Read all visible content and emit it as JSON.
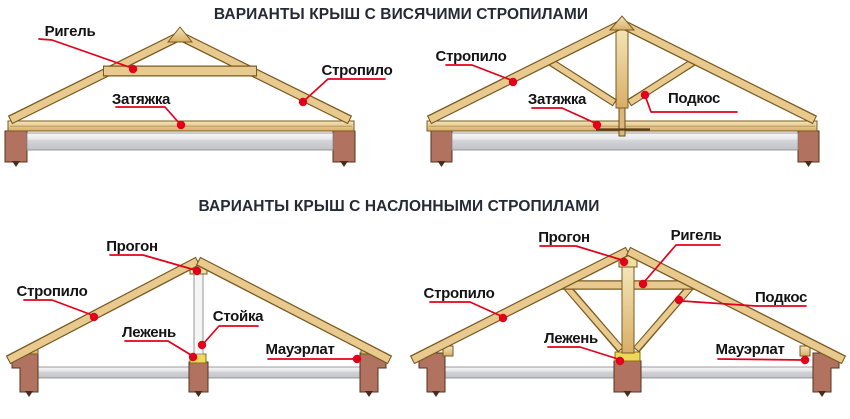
{
  "titles": {
    "hanging": "ВАРИАНТЫ КРЫШ С ВИСЯЧИМИ СТРОПИЛАМИ",
    "layered": "ВАРИАНТЫ КРЫШ С НАСЛОННЫМИ СТРОПИЛАМИ"
  },
  "diagrams": {
    "hanging_simple": {
      "labels": {
        "rigel": "Ригель",
        "zatyazhka": "Затяжка",
        "stropilo": "Стропило"
      }
    },
    "hanging_kingpost": {
      "labels": {
        "stropilo": "Стропило",
        "zatyazhka": "Затяжка",
        "podkos": "Подкос"
      }
    },
    "layered_simple": {
      "labels": {
        "progon": "Прогон",
        "stropilo": "Стропило",
        "lezhen": "Лежень",
        "stoyka": "Стойка",
        "mauerlat": "Мауэрлат"
      }
    },
    "layered_braced": {
      "labels": {
        "progon": "Прогон",
        "rigel": "Ригель",
        "stropilo": "Стропило",
        "podkos": "Подкос",
        "lezhen": "Лежень",
        "mauerlat": "Мауэрлат"
      }
    }
  },
  "colors": {
    "background": "#ffffff",
    "title_text": "#252b35",
    "label_text": "#141414",
    "pointer_red": "#e2001a",
    "wood_light": "#f4e6b8",
    "wood_dark": "#d8ae67",
    "wood_outline": "#7a5a22",
    "brick": "#b1735f",
    "brick_outline": "#55331f",
    "slab_gray": "#cdced2",
    "sleeper_yellow": "#efd75a",
    "post_gray": "#f5f5f5"
  }
}
